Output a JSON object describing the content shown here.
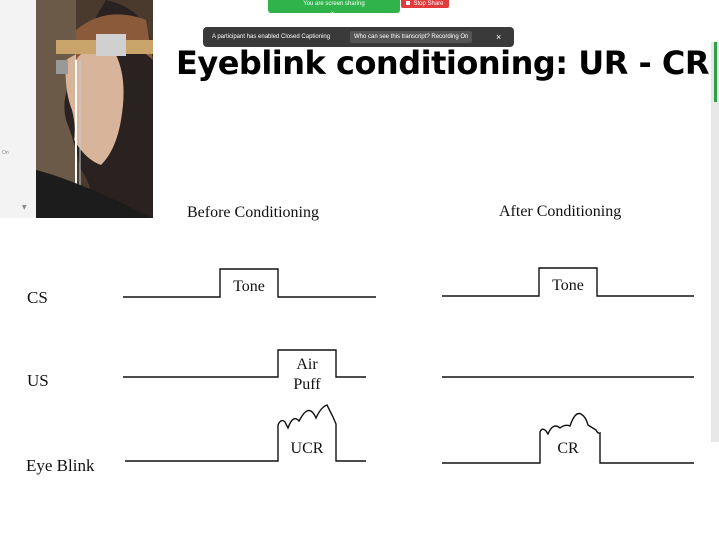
{
  "toolbar": {
    "sharing_status": "You are screen sharing",
    "stop_share_label": "Stop Share"
  },
  "notification": {
    "message": "A participant has enabled Closed Captioning",
    "link": "Who can see this transcript? Recording On",
    "close": "×"
  },
  "side_panel": {
    "status": "On"
  },
  "slide": {
    "title": "Eyeblink conditioning: UR - CR",
    "before_heading": "Before Conditioning",
    "after_heading": "After Conditioning",
    "rows": [
      "CS",
      "US",
      "Eye Blink"
    ],
    "before_labels": {
      "cs": "Tone",
      "us_line1": "Air",
      "us_line2": "Puff",
      "blink": "UCR"
    },
    "after_labels": {
      "cs": "Tone",
      "blink": "CR"
    }
  },
  "colors": {
    "share_green": "#2fb34a",
    "stop_red": "#e23b3b",
    "banner_dark": "#3a3a3a"
  }
}
